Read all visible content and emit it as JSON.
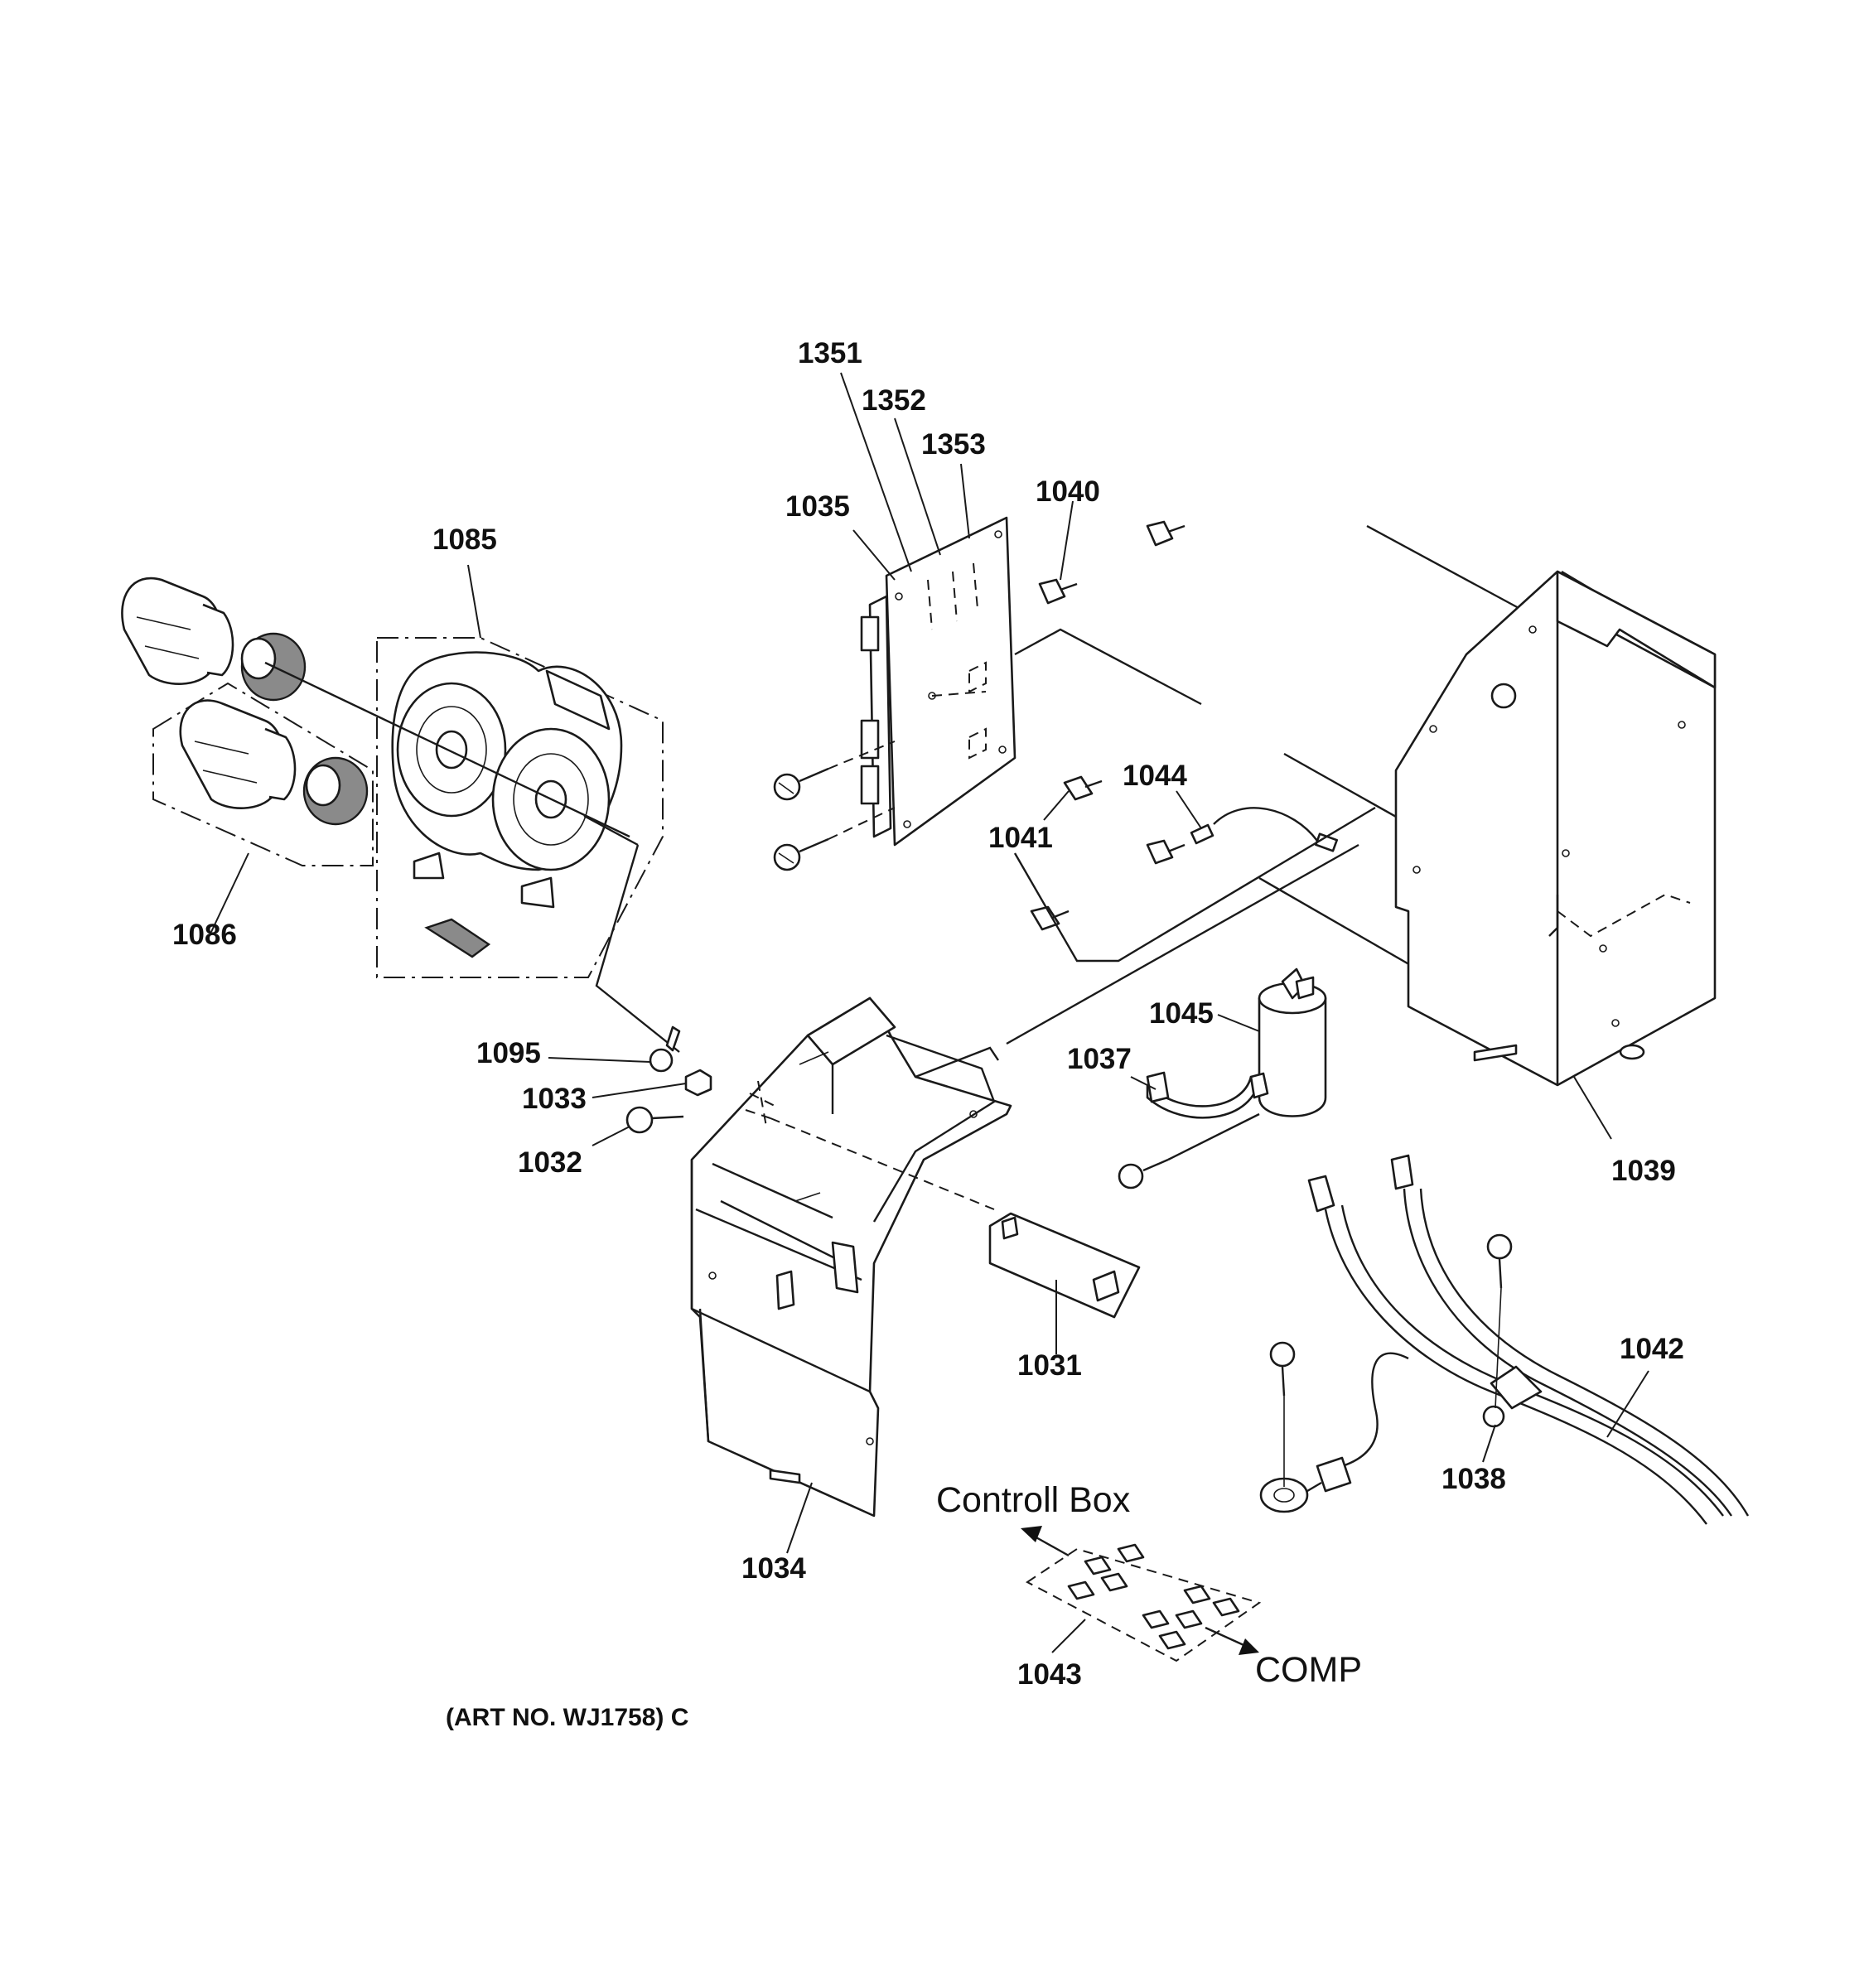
{
  "diagram": {
    "art_number": "(ART NO. WJ1758) C",
    "callouts": {
      "controll_box": "Controll Box",
      "comp": "COMP"
    },
    "parts": {
      "p1351": "1351",
      "p1352": "1352",
      "p1353": "1353",
      "p1035": "1035",
      "p1040": "1040",
      "p1085": "1085",
      "p1086": "1086",
      "p1044": "1044",
      "p1041": "1041",
      "p1045": "1045",
      "p1037": "1037",
      "p1095": "1095",
      "p1033": "1033",
      "p1032": "1032",
      "p1039": "1039",
      "p1031": "1031",
      "p1042": "1042",
      "p1038": "1038",
      "p1034": "1034",
      "p1043": "1043"
    }
  }
}
